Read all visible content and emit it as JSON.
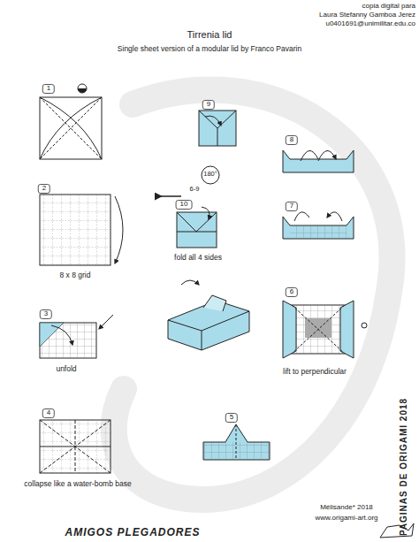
{
  "diagram": {
    "title": "Tirrenia lid",
    "labels": [
      "copia digital para",
      "Laura Stefanny Gamboa Jerez",
      "u0401691@unimilitar.edu.co",
      "Single sheet version of a modular lid by Franco Pavarin",
      "1",
      "2",
      "3",
      "4",
      "5",
      "6",
      "7",
      "8",
      "9",
      "10",
      "8 x 8 grid",
      "unfold",
      "collapse like a water-bomb base",
      "lift to perpendicular",
      "fold all 4 sides",
      "180°",
      "6-9",
      "Mélisande* 2018",
      "www.origami-art.org",
      "PAGINAS DE ORIGAMI 2018",
      "AMIGOS PLEGADORES"
    ]
  }
}
